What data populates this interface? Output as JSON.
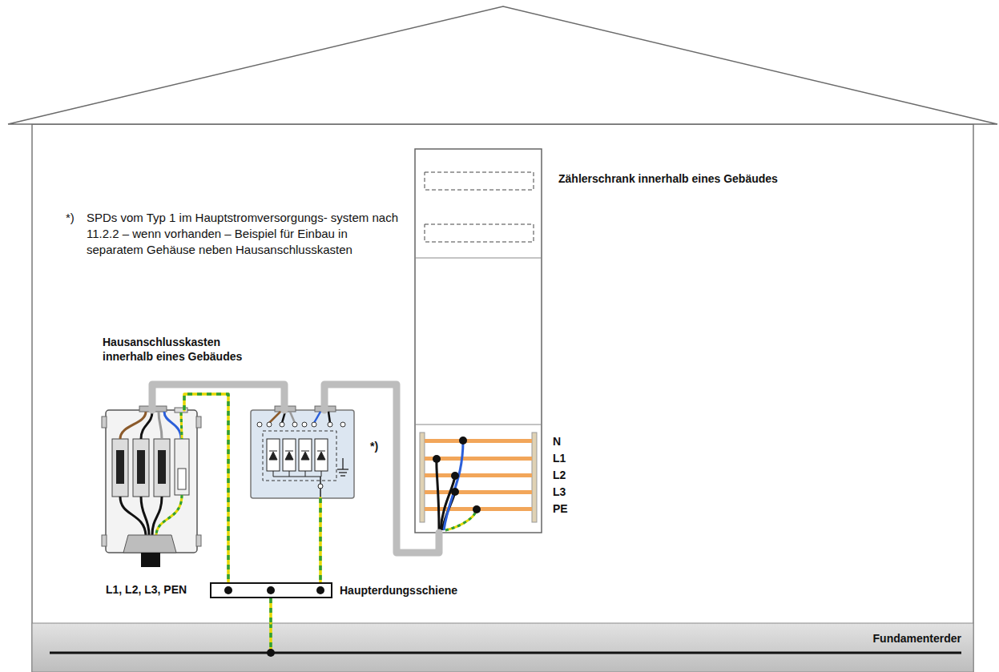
{
  "diagram": {
    "nodes": [
      {
        "text": [
          "Hausanschlusskasten innerhalb eines Gebäudes"
        ]
      },
      {
        "text": [
          "*)"
        ]
      },
      {
        "text": [
          "Zählerschrank innerhalb eines Gebäudes"
        ]
      },
      {
        "text": [
          "Haupterdungsschiene"
        ]
      },
      {
        "text": [
          "Fundamenterder"
        ]
      }
    ],
    "edges": [
      {
        "from": 0,
        "to": 1,
        "arrow": "none"
      },
      {
        "from": 1,
        "to": 2,
        "arrow": "none"
      },
      {
        "from": 0,
        "to": 3,
        "arrow": "none"
      },
      {
        "from": 1,
        "to": 3,
        "arrow": "none"
      },
      {
        "from": 3,
        "to": 4,
        "arrow": "none"
      }
    ],
    "labels": [
      "*)",
      "SPDs vom Typ 1 im Hauptstromversorgungs- system nach 11.2.2 – wenn vorhanden – Beispiel für Einbau in separatem Gehäuse neben Hausanschlusskasten",
      "L1, L2, L3, PEN",
      "N",
      "L1",
      "L2",
      "L3",
      "PE"
    ]
  }
}
